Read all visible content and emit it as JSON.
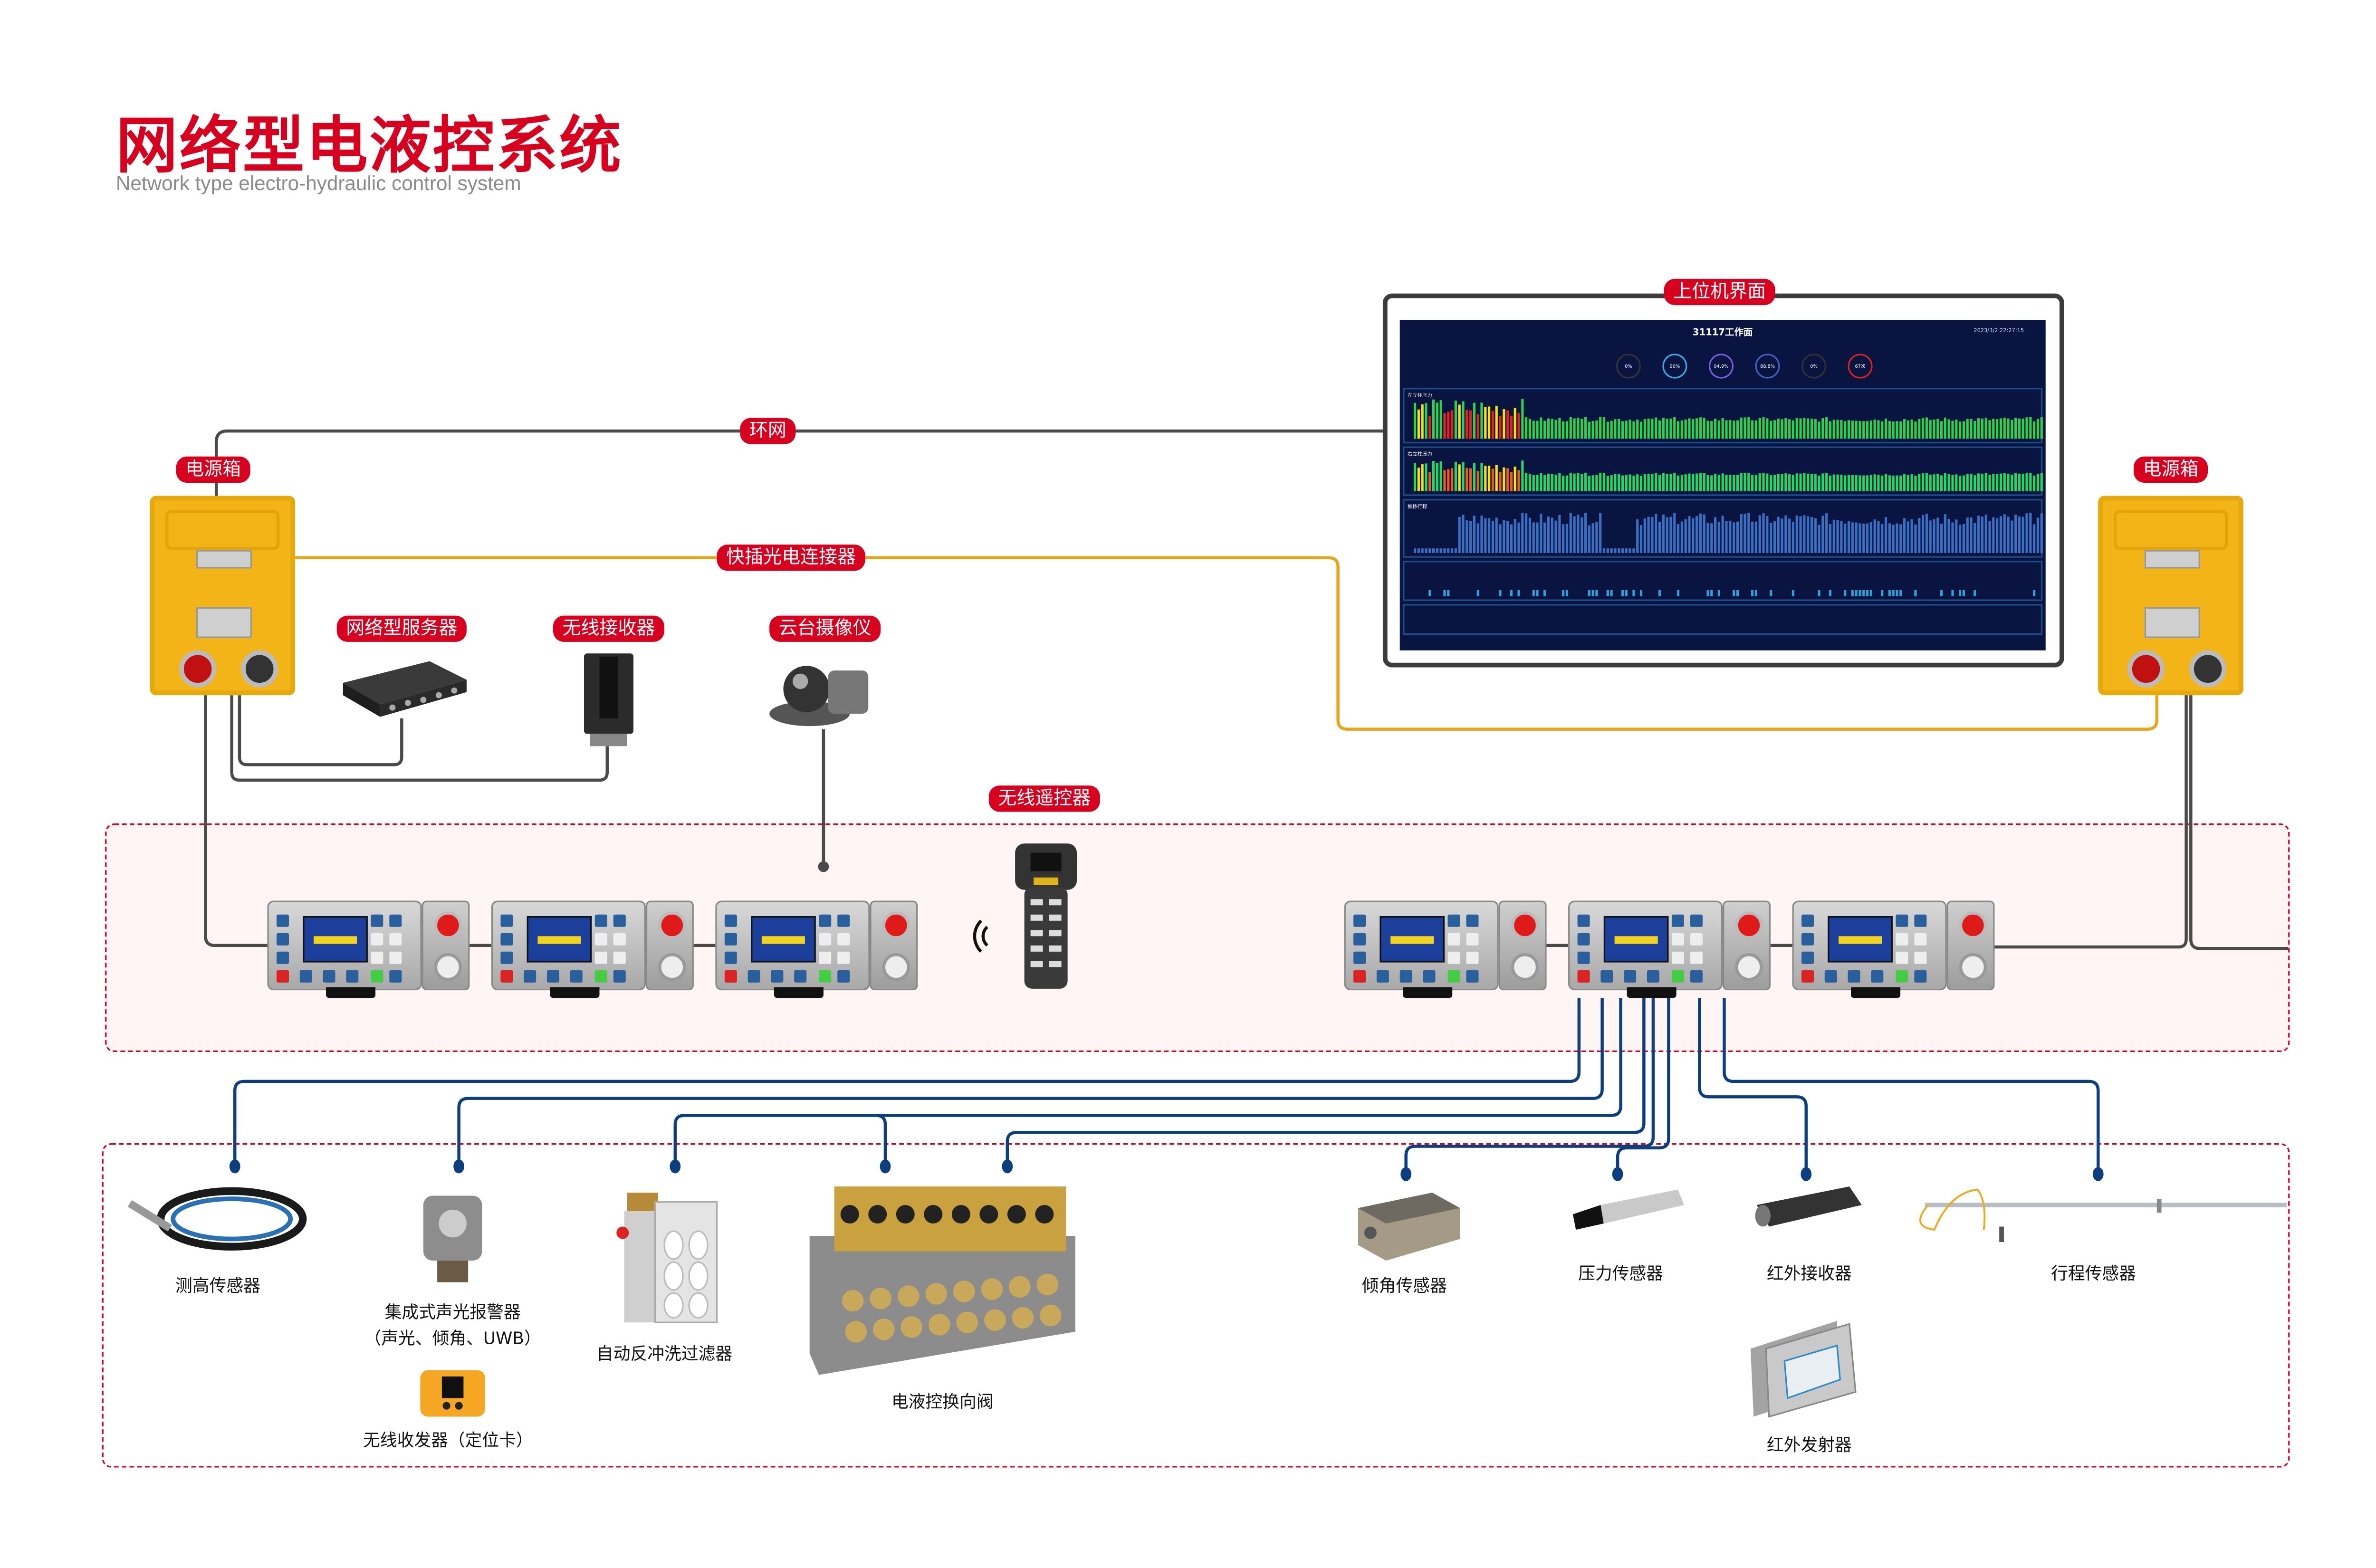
{
  "header": {
    "title": "网络型电液控系统",
    "subtitle": "Network type electro-hydraulic control system"
  },
  "tags": {
    "ring_network": "环网",
    "power_box_left": "电源箱",
    "power_box_right": "电源箱",
    "quick_connector": "快插光电连接器",
    "network_server": "网络型服务器",
    "wireless_receiver": "无线接收器",
    "ptz_camera": "云台摄像仪",
    "wireless_remote": "无线遥控器",
    "host_interface": "上位机界面"
  },
  "screen": {
    "title": "31117工作面",
    "datetime": "2023/3/2 22:27:15",
    "gauges": [
      "0%",
      "90%",
      "94.9%",
      "88.8%",
      "0%",
      "67次"
    ],
    "chart_titles": [
      "左立柱压力",
      "右立柱压力",
      "推移行程"
    ]
  },
  "devices": {
    "height_sensor": "测高传感器",
    "alarm_line1": "集成式声光报警器",
    "alarm_line2": "（声光、倾角、UWB）",
    "wireless_transceiver": "无线收发器（定位卡）",
    "filter": "自动反冲洗过滤器",
    "valve": "电液控换向阀",
    "tilt_sensor": "倾角传感器",
    "pressure_sensor": "压力传感器",
    "ir_receiver": "红外接收器",
    "stroke_sensor": "行程传感器",
    "ir_emitter": "红外发射器"
  },
  "colors": {
    "brand_red": "#d7001f",
    "ring_line": "#4a4a4a",
    "optical_line": "#e8a41c",
    "sensor_line": "#0d3f80",
    "power_box": "#f2b417"
  }
}
